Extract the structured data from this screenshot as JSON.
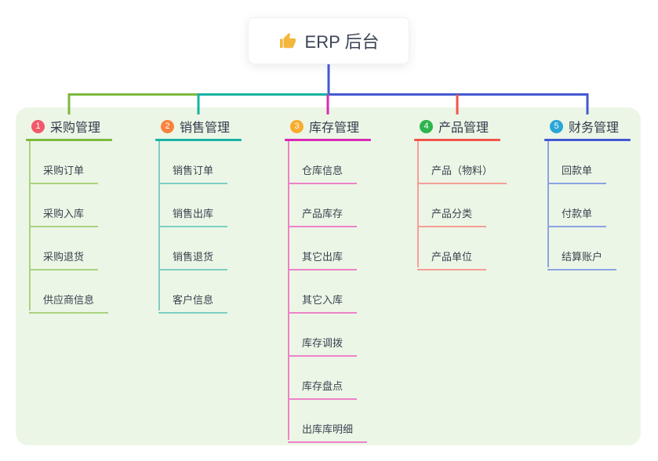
{
  "root": {
    "title": "ERP 后台",
    "icon": "thumbs-up-icon",
    "icon_color": "#f3b73e"
  },
  "colors": {
    "panel_bg": "#ecf6e6",
    "page_bg": "#ffffff",
    "root_connector": "#4459d2",
    "title_text": "#323b4c",
    "item_text": "#3a4350"
  },
  "branches": [
    {
      "number": "1",
      "title": "采购管理",
      "badge_color": "#f2596b",
      "line_color": "#7cb93f",
      "item_line_color": "#a9d37f",
      "items": [
        "采购订单",
        "采购入库",
        "采购退货",
        "供应商信息"
      ]
    },
    {
      "number": "2",
      "title": "销售管理",
      "badge_color": "#f9823e",
      "line_color": "#19b3a2",
      "item_line_color": "#7fcfc2",
      "items": [
        "销售订单",
        "销售出库",
        "销售退货",
        "客户信息"
      ]
    },
    {
      "number": "3",
      "title": "库存管理",
      "badge_color": "#f8ac2e",
      "line_color": "#d92bb4",
      "item_line_color": "#ee82c8",
      "items": [
        "仓库信息",
        "产品库存",
        "其它出库",
        "其它入库",
        "库存调拨",
        "库存盘点",
        "出库库明细"
      ]
    },
    {
      "number": "4",
      "title": "产品管理",
      "badge_color": "#2db44d",
      "line_color": "#f2544e",
      "item_line_color": "#f59e97",
      "items": [
        "产品（物料）",
        "产品分类",
        "产品单位"
      ]
    },
    {
      "number": "5",
      "title": "财务管理",
      "badge_color": "#2aa6d6",
      "line_color": "#4459d2",
      "item_line_color": "#8ba4e2",
      "items": [
        "回款单",
        "付款单",
        "结算账户"
      ]
    }
  ]
}
